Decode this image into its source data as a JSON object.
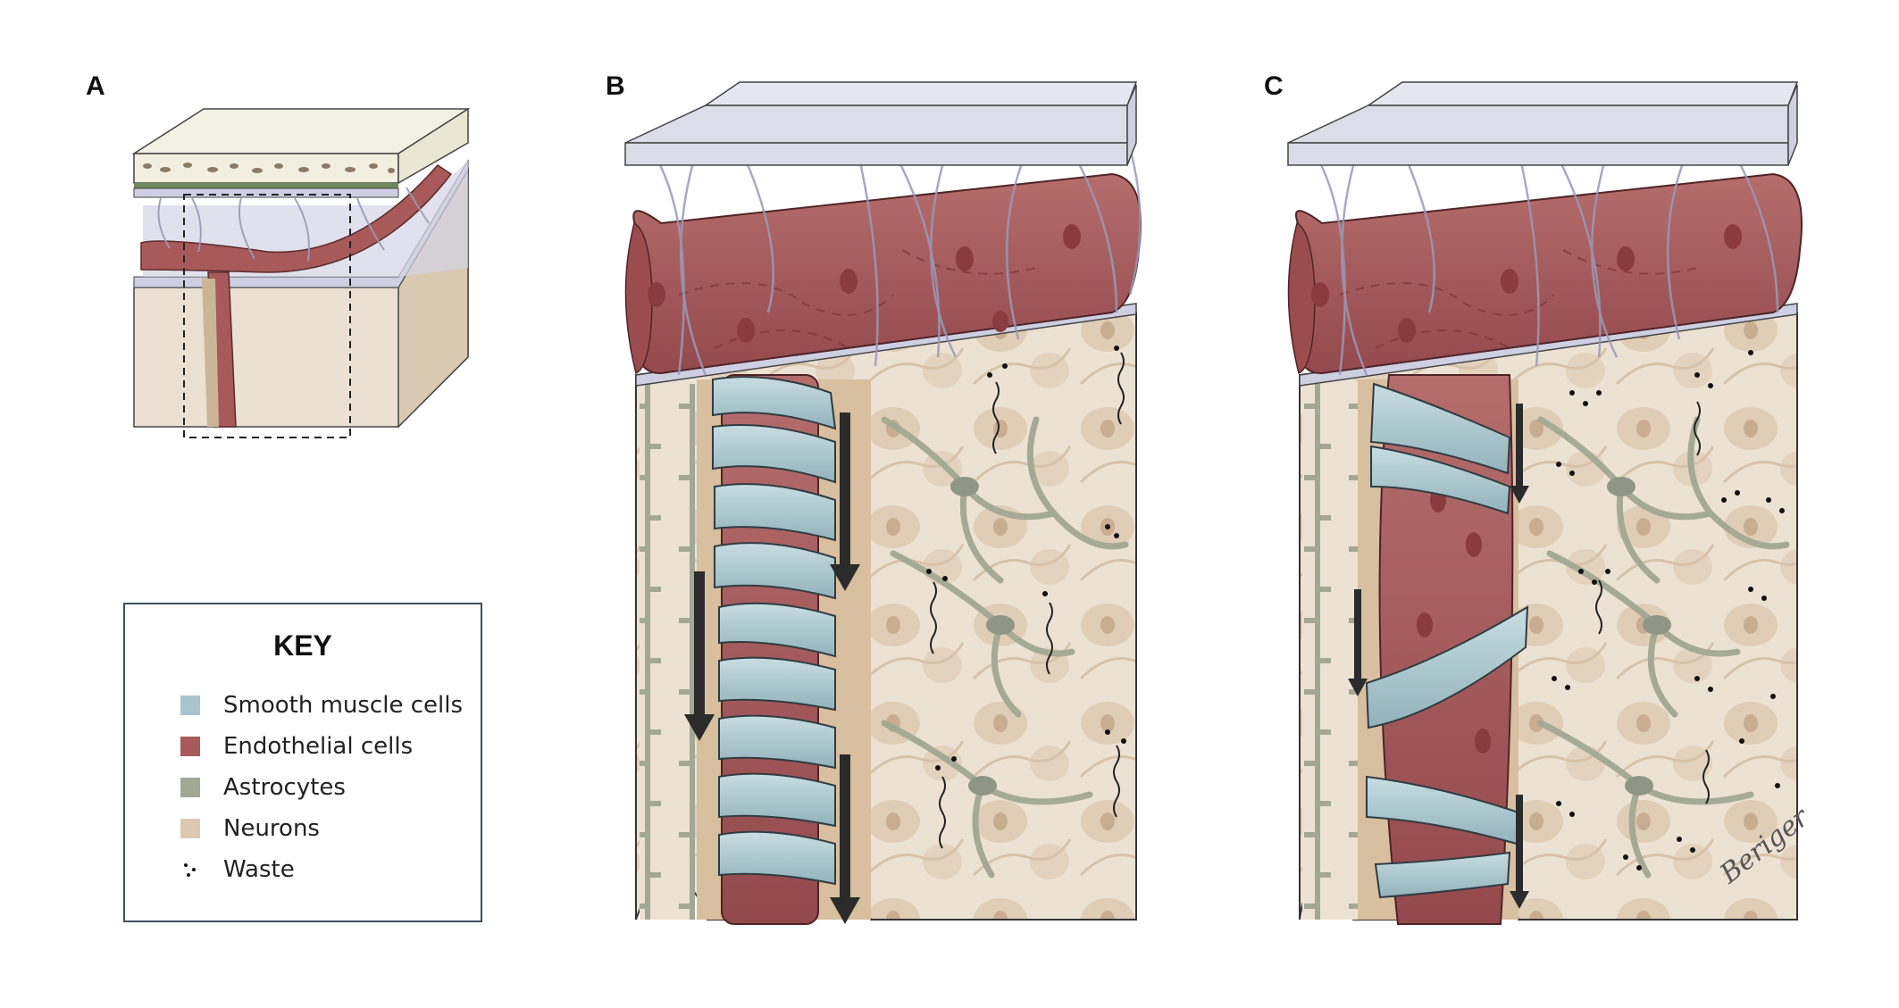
{
  "panels": {
    "a": {
      "label": "A"
    },
    "b": {
      "label": "B"
    },
    "c": {
      "label": "C"
    }
  },
  "key": {
    "title": "KEY",
    "items": [
      {
        "label": "Smooth muscle cells",
        "color": "#a9c4cc"
      },
      {
        "label": "Endothelial cells",
        "color": "#a8595a"
      },
      {
        "label": "Astrocytes",
        "color": "#a2a894"
      },
      {
        "label": "Neurons",
        "color": "#dcc8b0"
      },
      {
        "label": "Waste",
        "icon": "waste-dots-icon"
      }
    ]
  },
  "colors": {
    "meninges": "#dddde9",
    "endothelium": "#a8595a",
    "endothelium_dark": "#8e4448",
    "smooth_muscle": "#a9c4cc",
    "astrocyte": "#9ea594",
    "neuron_bg": "#ebe1d3",
    "neuron_cell": "#d8c2a8",
    "csf_flow_arrow": "#2b2b2b"
  }
}
